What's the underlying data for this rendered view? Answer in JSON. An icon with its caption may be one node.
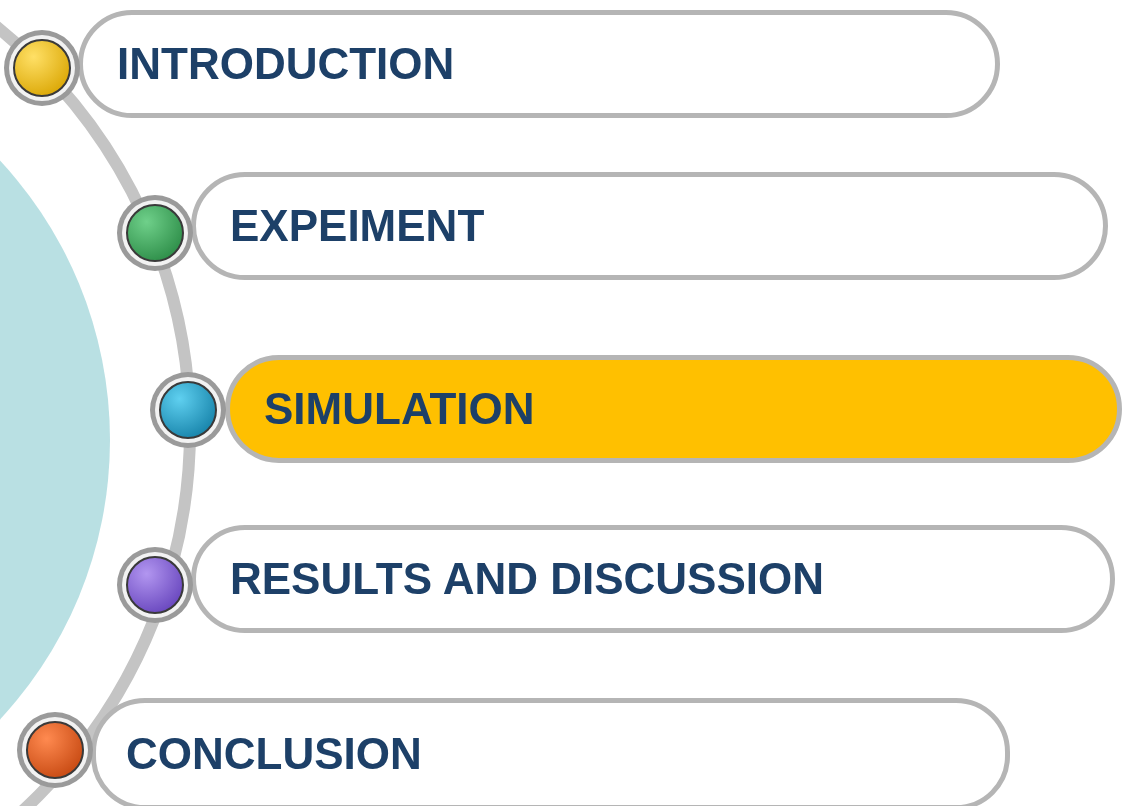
{
  "diagram": {
    "nodes": [
      {
        "text": [
          "INTRODUCTION"
        ]
      },
      {
        "text": [
          "EXPEIMENT"
        ]
      },
      {
        "text": [
          "SIMULATION"
        ]
      },
      {
        "text": [
          "RESULTS AND DISCUSSION"
        ]
      },
      {
        "text": [
          "CONCLUSION"
        ]
      }
    ]
  }
}
